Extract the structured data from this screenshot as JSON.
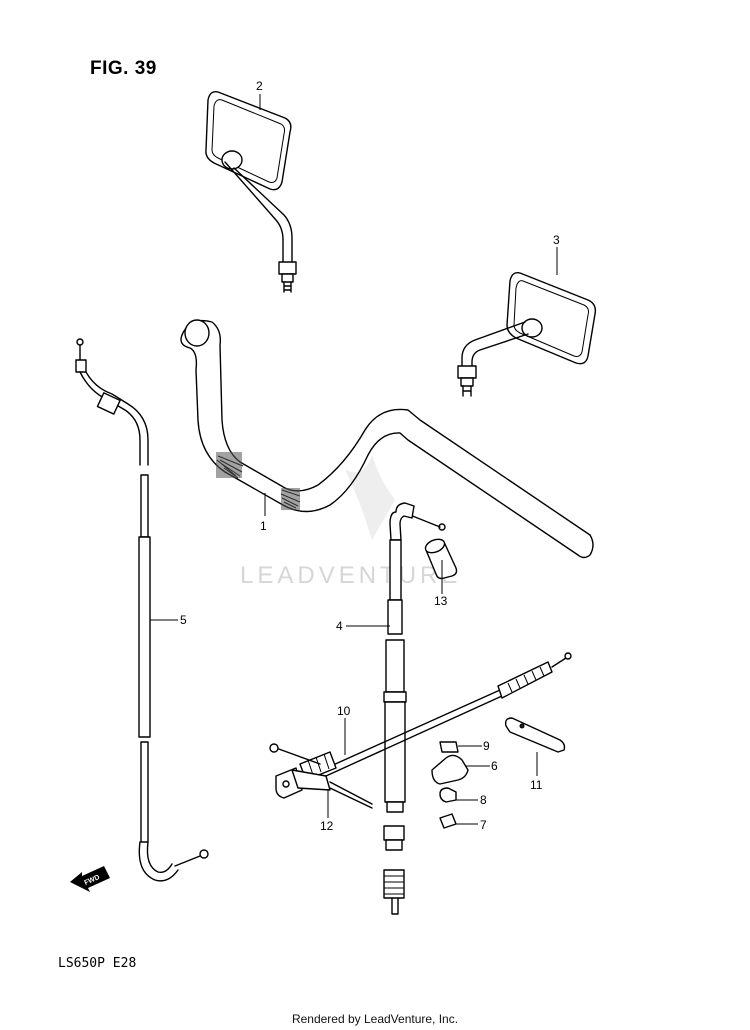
{
  "figure": {
    "title": "FIG. 39",
    "model_code": "LS650P  E28",
    "footer": "Rendered by LeadVenture, Inc.",
    "watermark": "LEADVENTURE",
    "fwd_label": "FWD"
  },
  "callouts": [
    {
      "id": "c1",
      "label": "1"
    },
    {
      "id": "c2",
      "label": "2"
    },
    {
      "id": "c3",
      "label": "3"
    },
    {
      "id": "c4",
      "label": "4"
    },
    {
      "id": "c5",
      "label": "5"
    },
    {
      "id": "c6",
      "label": "6"
    },
    {
      "id": "c7",
      "label": "7"
    },
    {
      "id": "c8",
      "label": "8"
    },
    {
      "id": "c9",
      "label": "9"
    },
    {
      "id": "c10",
      "label": "10"
    },
    {
      "id": "c11",
      "label": "11"
    },
    {
      "id": "c12",
      "label": "12"
    },
    {
      "id": "c13",
      "label": "13"
    }
  ]
}
